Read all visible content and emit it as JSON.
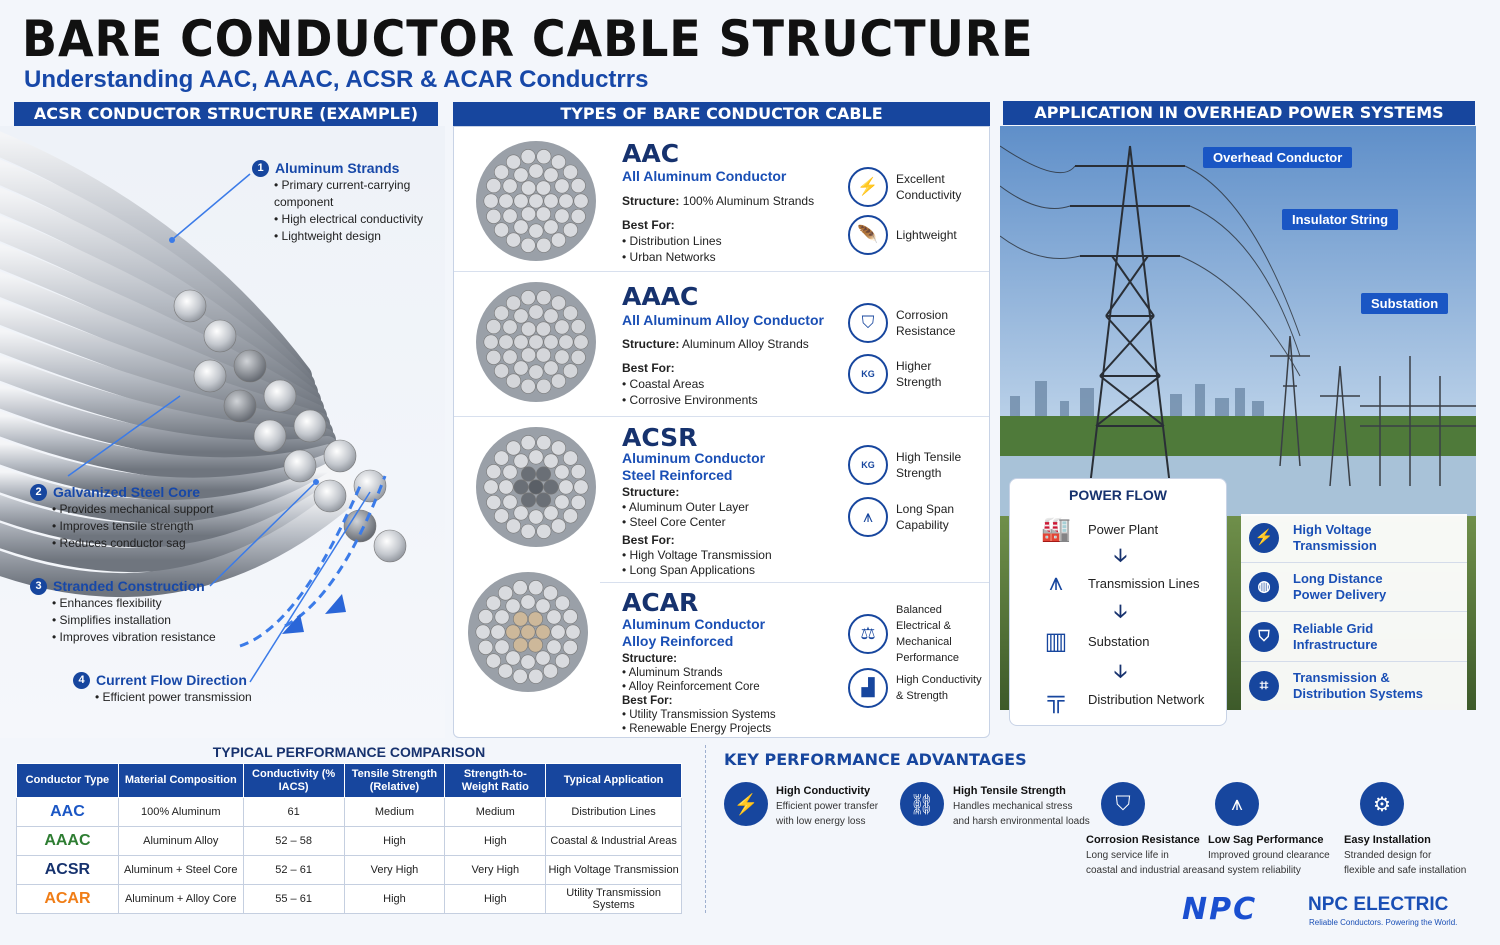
{
  "header": {
    "title": "BARE CONDUCTOR CABLE STRUCTURE",
    "subtitle": "Understanding AAC, AAAC, ACSR & ACAR Conductrrs"
  },
  "sections": {
    "structure": "ACSR CONDUCTOR STRUCTURE (EXAMPLE)",
    "types": "TYPES OF BARE CONDUCTOR CABLE",
    "application": "APPLICATION IN OVERHEAD POWER SYSTEMS"
  },
  "callouts": [
    {
      "num": "1",
      "title": "Aluminum Strands",
      "items": [
        "Primary current-carrying component",
        "High electrical conductivity",
        "Lightweight design"
      ]
    },
    {
      "num": "2",
      "title": "Galvanized Steel Core",
      "items": [
        "Provides mechanical support",
        "Improves tensile strength",
        "Reduces conductor sag"
      ]
    },
    {
      "num": "3",
      "title": "Stranded Construction",
      "items": [
        "Enhances flexibility",
        "Simplifies installation",
        "Improves vibration resistance"
      ]
    },
    {
      "num": "4",
      "title": "Current Flow Direction",
      "items": [
        "Efficient power transmission"
      ]
    }
  ],
  "types": [
    {
      "abbr": "AAC",
      "full": "All Aluminum Conductor",
      "structure_label": "Structure:",
      "structure": "100% Aluminum Strands",
      "best_label": "Best For:",
      "best": [
        "Distribution Lines",
        "Urban Networks"
      ],
      "features": [
        {
          "icon": "lightning-icon",
          "text": "Excellent Conductivity"
        },
        {
          "icon": "feather-icon",
          "text": "Lightweight"
        }
      ]
    },
    {
      "abbr": "AAAC",
      "full": "All Aluminum Alloy Conductor",
      "structure_label": "Structure:",
      "structure": "Aluminum Alloy Strands",
      "best_label": "Best For:",
      "best": [
        "Coastal Areas",
        "Corrosive Environments"
      ],
      "features": [
        {
          "icon": "shield-icon",
          "text": "Corrosion Resistance"
        },
        {
          "icon": "weight-icon",
          "text": "Higher Strength"
        }
      ]
    },
    {
      "abbr": "ACSR",
      "full": "Aluminum Conductor Steel Reinforced",
      "structure_label": "Structure:",
      "structure_items": [
        "Aluminum Outer Layer",
        "Steel Core Center"
      ],
      "best_label": "Best For:",
      "best": [
        "High Voltage Transmission",
        "Long Span Applications"
      ],
      "features": [
        {
          "icon": "weight-icon",
          "text": "High Tensile Strength"
        },
        {
          "icon": "tower-icon",
          "text": "Long Span Capability"
        }
      ]
    },
    {
      "abbr": "ACAR",
      "full": "Aluminum Conductor Alloy Reinforced",
      "structure_label": "Structure:",
      "structure_items": [
        "Aluminum Strands",
        "Alloy Reinforcement Core"
      ],
      "best_label": "Best For:",
      "best": [
        "Utility Transmission Systems",
        "Renewable Energy Projects"
      ],
      "features": [
        {
          "icon": "balance-icon",
          "text": "Balanced Electrical & Mechanical Performance"
        },
        {
          "icon": "bar-chart-icon",
          "text": "High Conductivity & Strength"
        }
      ]
    }
  ],
  "weight_label": "KG",
  "application": {
    "tags": [
      "Overhead Conductor",
      "Insulator String",
      "Substation"
    ],
    "flow_title": "POWER FLOW",
    "flow": [
      "Power Plant",
      "Transmission Lines",
      "Substation",
      "Distribution Network"
    ],
    "benefits": [
      {
        "icon": "hv-icon",
        "text": "High Voltage Transmission"
      },
      {
        "icon": "globe-icon",
        "text": "Long Distance Power Delivery"
      },
      {
        "icon": "shield-icon",
        "text": "Reliable Grid Infrastructure"
      },
      {
        "icon": "network-icon",
        "text": "Transmission & Distribution Systems"
      }
    ]
  },
  "table": {
    "title": "TYPICAL PERFORMANCE COMPARISON",
    "headers": [
      "Conductor Type",
      "Material Composition",
      "Conductivity (% IACS)",
      "Tensile Strength (Relative)",
      "Strength-to-Weight Ratio",
      "Typical Application"
    ],
    "rows": [
      {
        "type": "AAC",
        "color": "#1a56c4",
        "cells": [
          "100% Aluminum",
          "61",
          "Medium",
          "Medium",
          "Distribution Lines"
        ]
      },
      {
        "type": "AAAC",
        "color": "#2e7d32",
        "cells": [
          "Aluminum Alloy",
          "52 – 58",
          "High",
          "High",
          "Coastal & Industrial Areas"
        ]
      },
      {
        "type": "ACSR",
        "color": "#16326e",
        "cells": [
          "Aluminum + Steel Core",
          "52 – 61",
          "Very High",
          "Very High",
          "High Voltage Transmission"
        ]
      },
      {
        "type": "ACAR",
        "color": "#f07d16",
        "cells": [
          "Aluminum + Alloy Core",
          "55 – 61",
          "High",
          "High",
          "Utility Transmission Systems"
        ]
      }
    ]
  },
  "advantages": {
    "title": "KEY PERFORMANCE ADVANTAGES",
    "items": [
      {
        "icon": "lightning-icon",
        "title": "High Conductivity",
        "desc": [
          "Efficient power transfer",
          "with low energy loss"
        ]
      },
      {
        "icon": "link-icon",
        "title": "High Tensile Strength",
        "desc": [
          "Handles mechanical stress",
          "and harsh environmental loads"
        ]
      },
      {
        "icon": "shield-icon",
        "title": "Corrosion Resistance",
        "desc": [
          "Long service life in",
          "coastal and industrial areas"
        ]
      },
      {
        "icon": "tower-icon",
        "title": "Low Sag Performance",
        "desc": [
          "Improved ground clearance",
          "and system reliability"
        ]
      },
      {
        "icon": "gear-icon",
        "title": "Easy Installation",
        "desc": [
          "Stranded design for",
          "flexible and safe installation"
        ]
      }
    ]
  },
  "brand": {
    "logo": "NPC",
    "name": "NPC ELECTRIC",
    "tagline": "Reliable Conductors. Powering the World."
  }
}
